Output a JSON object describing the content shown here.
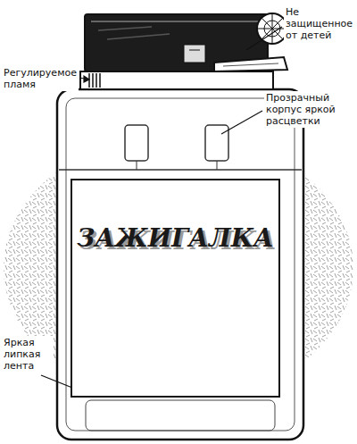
{
  "diagram": {
    "nodes": [
      {
        "text": [
          "ЗАЖИГАЛКА"
        ]
      }
    ],
    "labels": [
      "Не защищенное от детей",
      "Регулируемое пламя",
      "Прозрачный корпус яркой расцветки",
      "Яркая липкая лента"
    ]
  }
}
